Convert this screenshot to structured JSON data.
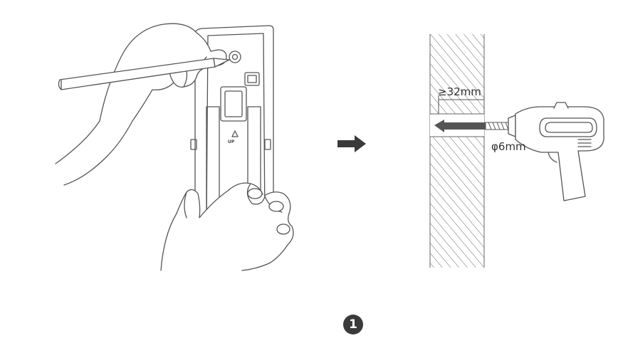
{
  "labels": {
    "depth": "≥32mm",
    "diameter": "φ6mm",
    "up_marker": "UP",
    "step_number": "1"
  },
  "colors": {
    "line": "#555555",
    "arrow": "#3a3a3a",
    "badge": "#3a3a3a"
  },
  "icons": {
    "direction_arrow": "arrow-right-icon",
    "drill": "drill-icon",
    "pencil": "pencil-icon"
  }
}
